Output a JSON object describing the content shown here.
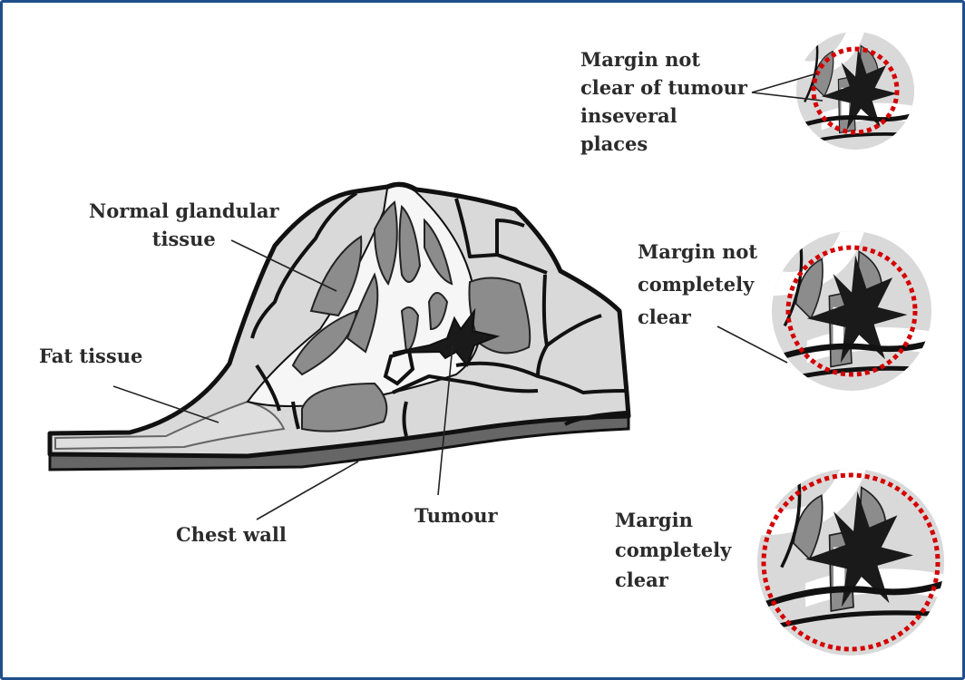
{
  "colors": {
    "border": "#1f4e8a",
    "fat": "#d9d9d9",
    "gland": "#8c8c8c",
    "tumour": "#1a1a1a",
    "outline": "#111111",
    "margin_circle": "#d40000",
    "chest_wall": "#666666"
  },
  "labels": {
    "normal_glandular": [
      "Normal glandular",
      "tissue"
    ],
    "fat_tissue": "Fat tissue",
    "chest_wall": "Chest wall",
    "tumour": "Tumour",
    "margin_several": [
      "Margin not",
      "clear of tumour",
      "inseveral",
      "places"
    ],
    "margin_not_completely": [
      "Margin not",
      "completely",
      "clear"
    ],
    "margin_completely": [
      "Margin",
      "completely",
      "clear"
    ]
  }
}
